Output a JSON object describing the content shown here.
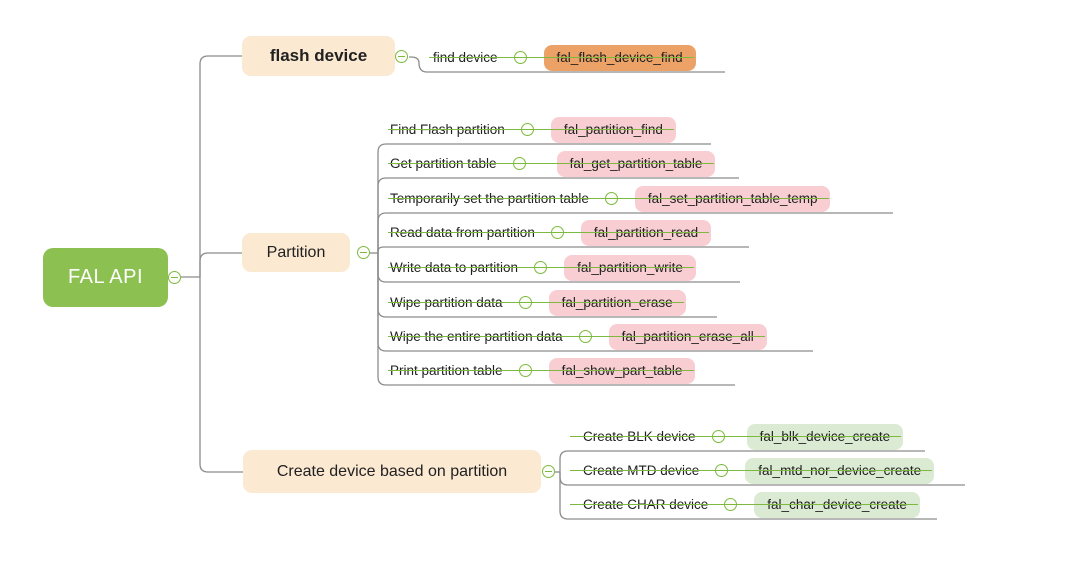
{
  "root": {
    "label": "FAL API"
  },
  "branches": [
    {
      "label": "flash device",
      "children": [
        {
          "label": "find device",
          "func": "fal_flash_device_find"
        }
      ]
    },
    {
      "label": "Partition",
      "children": [
        {
          "label": "Find Flash partition",
          "func": "fal_partition_find"
        },
        {
          "label": "Get partition table",
          "func": "fal_get_partition_table"
        },
        {
          "label": "Temporarily set the partition table",
          "func": "fal_set_partition_table_temp"
        },
        {
          "label": "Read data from partition",
          "func": "fal_partition_read"
        },
        {
          "label": "Write data to partition",
          "func": "fal_partition_write"
        },
        {
          "label": "Wipe partition data",
          "func": "fal_partition_erase"
        },
        {
          "label": "Wipe the entire partition data",
          "func": "fal_partition_erase_all"
        },
        {
          "label": "Print partition table",
          "func": "fal_show_part_table"
        }
      ]
    },
    {
      "label": "Create device based on partition",
      "children": [
        {
          "label": "Create BLK device",
          "func": "fal_blk_device_create"
        },
        {
          "label": "Create MTD device",
          "func": "fal_mtd_nor_device_create"
        },
        {
          "label": "Create CHAR device",
          "func": "fal_char_device_create"
        }
      ]
    }
  ],
  "icons": {
    "collapse": "minus-circle"
  },
  "colors": {
    "root_bg": "#8cc152",
    "root_text": "#ffffff",
    "topic_bg": "#fbe9d2",
    "topic_text": "#212121",
    "func_orange": "#eca266",
    "func_pink": "#f8ced3",
    "func_green": "#dbead3",
    "line": "#8c8c8c",
    "icon_green": "#7cb93e"
  }
}
